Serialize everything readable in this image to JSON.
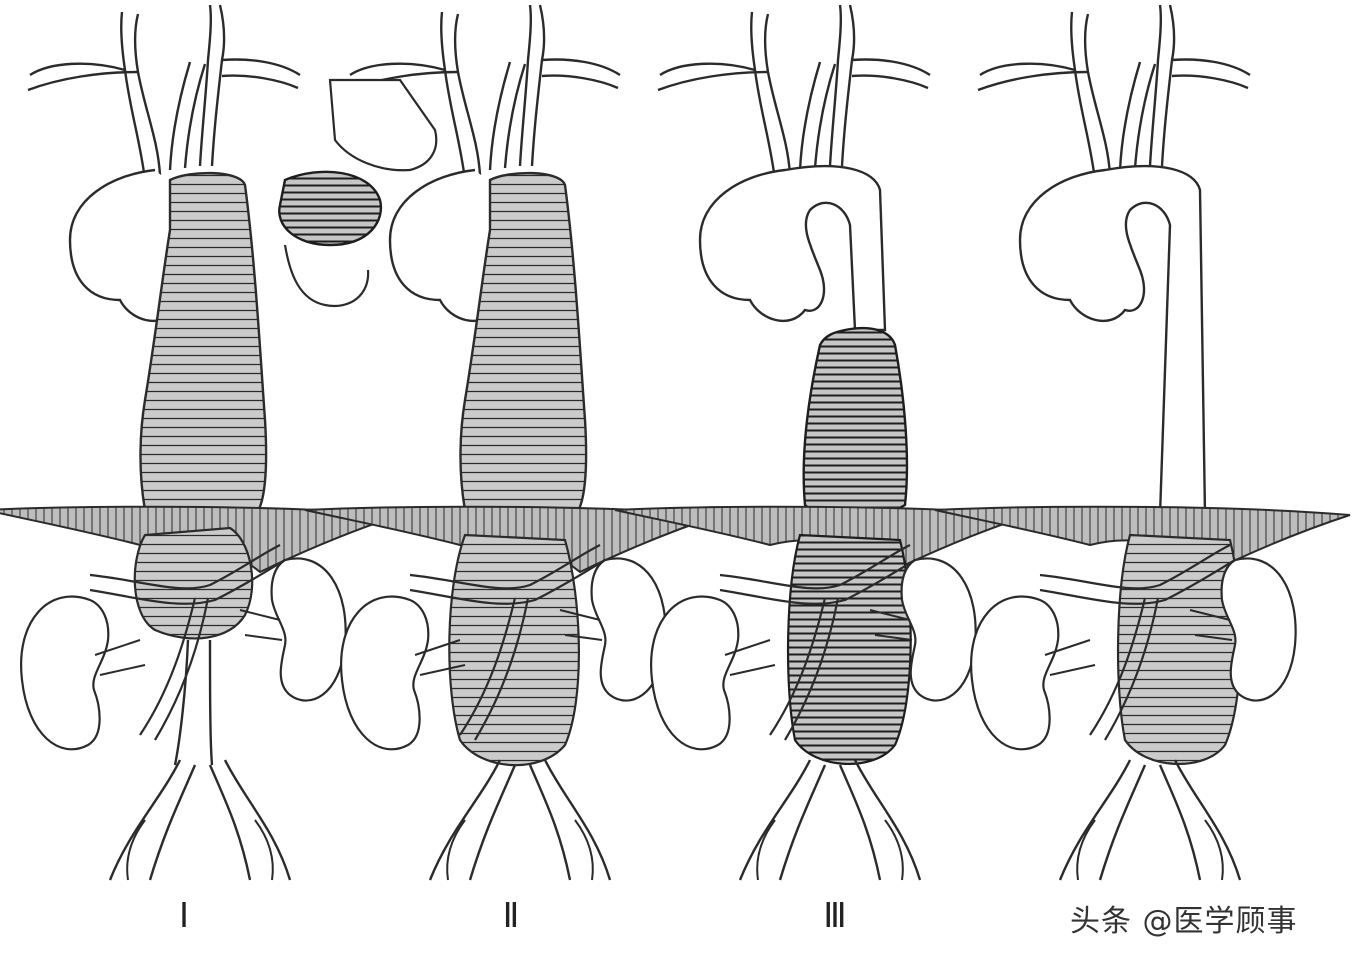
{
  "colors": {
    "line": "#2b2b2b",
    "aneurysm_fill": "#c9c9c9",
    "diaphragm_fill": "#bdbdbd",
    "background": "#ffffff"
  },
  "panels": [
    {
      "label": "Ⅰ",
      "extent": "proximal-descending-to-upper-abdominal",
      "aneurysm": true
    },
    {
      "label": "Ⅱ",
      "extent": "proximal-descending-to-below-renal",
      "aneurysm": true
    },
    {
      "label": "Ⅲ",
      "extent": "distal-descending-to-below-renal",
      "aneurysm": true
    },
    {
      "label": "",
      "extent": "abdominal-only",
      "aneurysm": true
    }
  ],
  "watermark": "头条 @医学顾事"
}
